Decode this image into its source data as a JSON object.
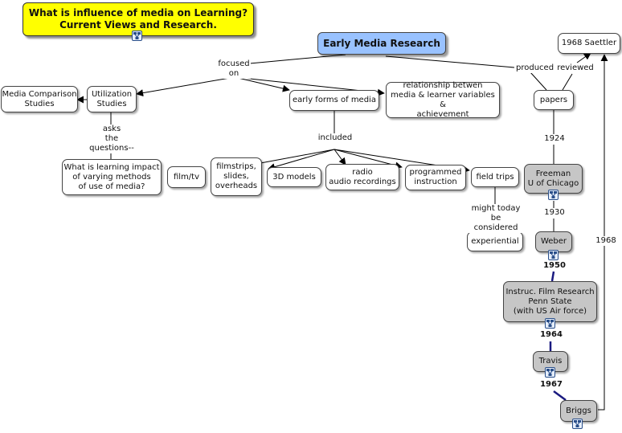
{
  "title": "What is influence of media on Learning?\nCurrent Views and Research.",
  "main_topic": "Early Media Research",
  "nodes": {
    "saettler": "1968 Saettler",
    "papers": "papers",
    "relationship": "relationship betwen\nmedia & learner variables &\nachievement",
    "media_comparison": "Media Comparison\nStudies",
    "utilization": "Utilization\nStudies",
    "early_forms": "early forms of media",
    "question": "What is learning impact\nof varying methods\nof use of media?",
    "film_tv": "film/tv",
    "filmstrips": "filmstrips,\nslides,\noverheads",
    "models_3d": "3D models",
    "radio": "radio\naudio recordings",
    "programmed": "programmed\ninstruction",
    "field_trips": "field trips",
    "experiential": "experiential",
    "freeman": "Freeman\nU of Chicago",
    "weber": "Weber",
    "instruc_film": "Instruc. Film Research\nPenn State\n(with US Air force)",
    "travis": "Travis",
    "briggs": "Briggs"
  },
  "labels": {
    "focused_on": "focused\non",
    "produced": "produced",
    "reviewed": "reviewed",
    "asks": "asks\nthe\nquestions--",
    "included": "included",
    "might_today": "might today\nbe considered",
    "y1924": "1924",
    "y1930": "1930",
    "y1950": "1950",
    "y1964": "1964",
    "y1967": "1967",
    "y1968": "1968"
  },
  "colors": {
    "title_bg": "#ffff00",
    "main_bg": "#99c2ff",
    "gray_node": "#c6c6c6",
    "timeline_edge": "#1a1a80"
  },
  "icons": [
    "concept-map-icon"
  ]
}
